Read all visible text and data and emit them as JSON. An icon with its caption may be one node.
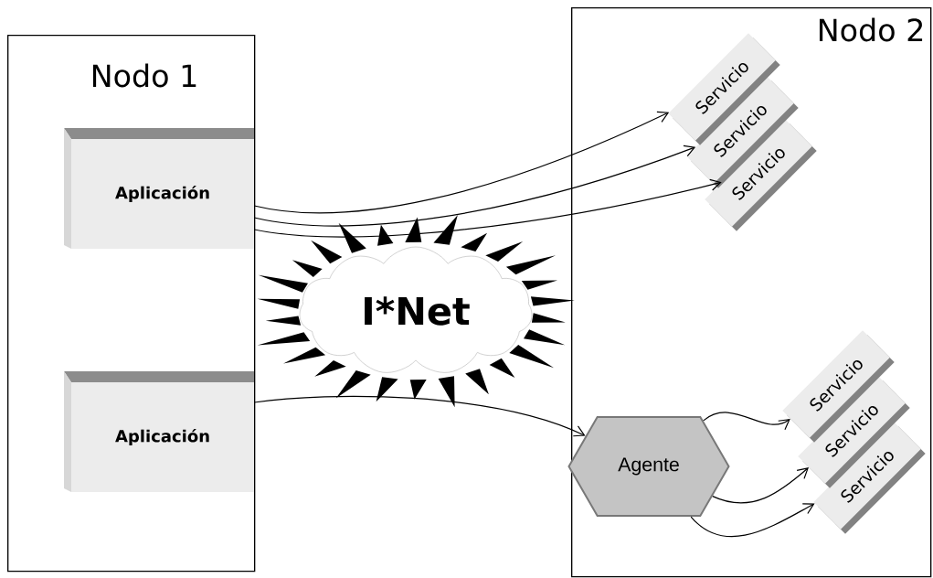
{
  "diagram": {
    "nodes": [
      {
        "text": [
          "Nodo 1"
        ]
      },
      {
        "text": [
          "Aplicación"
        ],
        "in": 0
      },
      {
        "text": [
          "Aplicación"
        ],
        "in": 0
      },
      {
        "text": [
          "Nodo 2"
        ]
      },
      {
        "text": [
          "Servicio"
        ],
        "in": 3
      },
      {
        "text": [
          "Servicio"
        ],
        "in": 3
      },
      {
        "text": [
          "Servicio"
        ],
        "in": 3
      },
      {
        "text": [
          "I*Net"
        ]
      },
      {
        "text": [
          "Agente"
        ],
        "in": 3
      },
      {
        "text": [
          "Servicio"
        ],
        "in": 3
      },
      {
        "text": [
          "Servicio"
        ],
        "in": 3
      },
      {
        "text": [
          "Servicio"
        ],
        "in": 3
      }
    ],
    "edges": [
      {
        "from": 1,
        "to": 4,
        "arrow": "to"
      },
      {
        "from": 1,
        "to": 5,
        "arrow": "to"
      },
      {
        "from": 1,
        "to": 6,
        "arrow": "to"
      },
      {
        "from": 2,
        "to": 8,
        "arrow": "to"
      },
      {
        "from": 8,
        "to": 9,
        "arrow": "to"
      },
      {
        "from": 8,
        "to": 10,
        "arrow": "to"
      },
      {
        "from": 8,
        "to": 11,
        "arrow": "to"
      }
    ]
  }
}
